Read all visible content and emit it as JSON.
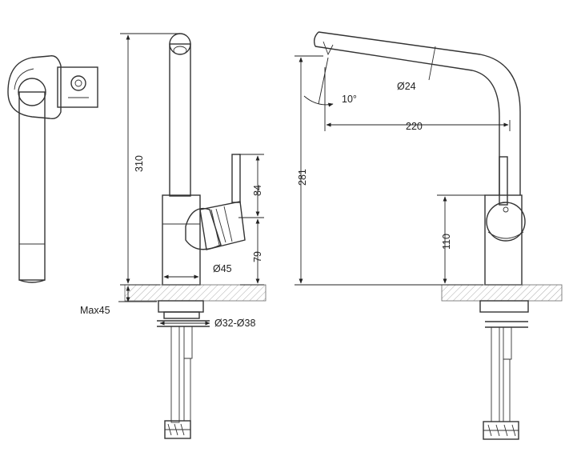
{
  "dimensions": {
    "total_height": "310",
    "lever_height": "84",
    "body_to_lever": "79",
    "body_diameter": "Ø45",
    "deck_thickness": "Max45",
    "hole_diameter": "Ø32-Ø38",
    "spout_height": "281",
    "spout_angle": "10°",
    "spout_diameter": "Ø24",
    "spout_reach": "220",
    "lever_axis_height": "110"
  }
}
